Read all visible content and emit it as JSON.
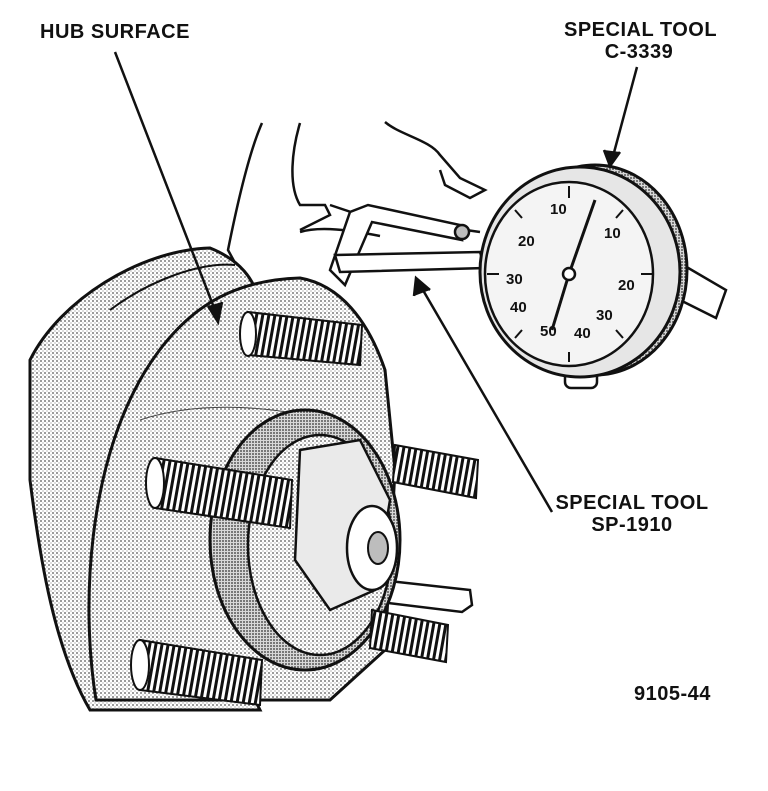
{
  "labels": {
    "hub_surface": "HUB  SURFACE",
    "special_tool_1_line1": "SPECIAL TOOL",
    "special_tool_1_line2": "C-3339",
    "special_tool_2_line1": "SPECIAL TOOL",
    "special_tool_2_line2": "SP-1910",
    "figure_number": "9105-44"
  },
  "dial_gauge": {
    "scale_left": [
      "10",
      "20",
      "30",
      "40",
      "50"
    ],
    "scale_right": [
      "10",
      "20",
      "30",
      "40"
    ]
  },
  "colors": {
    "ink": "#111111",
    "shade": "#bdbdbd",
    "paper": "#ffffff"
  }
}
